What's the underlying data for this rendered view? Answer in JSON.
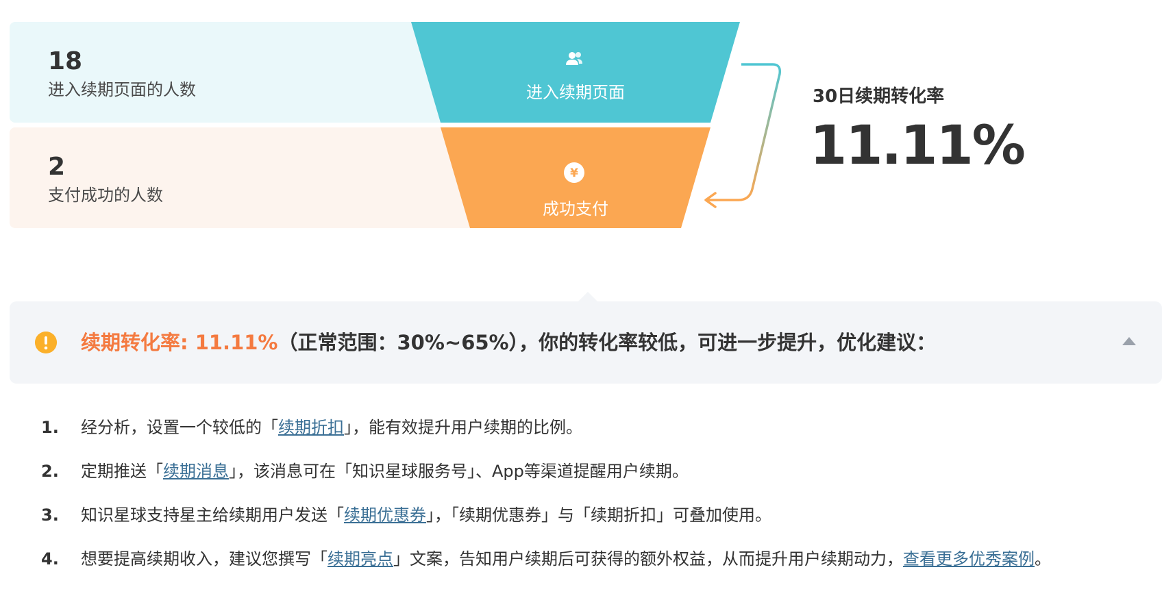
{
  "funnel": {
    "entry": {
      "count": "18",
      "count_label": "进入续期页面的人数",
      "stage_label": "进入续期页面",
      "icon": "users-icon",
      "color": "#4fc6d3",
      "bg": "#eaf8fa"
    },
    "paid": {
      "count": "2",
      "count_label": "支付成功的人数",
      "stage_label": "成功支付",
      "icon": "yen-icon",
      "color": "#fba752",
      "bg": "#fdf4ee"
    }
  },
  "conversion": {
    "title": "30日续期转化率",
    "value": "11.11%"
  },
  "alert": {
    "icon": "warning-icon",
    "highlight": "续期转化率: 11.11%",
    "message": "（正常范围：30%~65%），你的转化率较低，可进一步提升，优化建议：",
    "collapse_icon": "caret-up-icon",
    "highlight_color": "#f47a40"
  },
  "suggestions": [
    {
      "num": "1.",
      "pre": "经分析，设置一个较低的「",
      "link": "续期折扣",
      "post": "」，能有效提升用户续期的比例。",
      "link2": "",
      "post2": ""
    },
    {
      "num": "2.",
      "pre": "定期推送「",
      "link": "续期消息",
      "post": "」，该消息可在「知识星球服务号」、App等渠道提醒用户续期。",
      "link2": "",
      "post2": ""
    },
    {
      "num": "3.",
      "pre": "知识星球支持星主给续期用户发送「",
      "link": "续期优惠券",
      "post": "」，「续期优惠券」与「续期折扣」可叠加使用。",
      "link2": "",
      "post2": ""
    },
    {
      "num": "4.",
      "pre": "想要提高续期收入，建议您撰写「",
      "link": "续期亮点",
      "post": "」文案，告知用户续期后可获得的额外权益，从而提升用户续期动力，",
      "link2": "查看更多优秀案例",
      "post2": "。"
    }
  ]
}
